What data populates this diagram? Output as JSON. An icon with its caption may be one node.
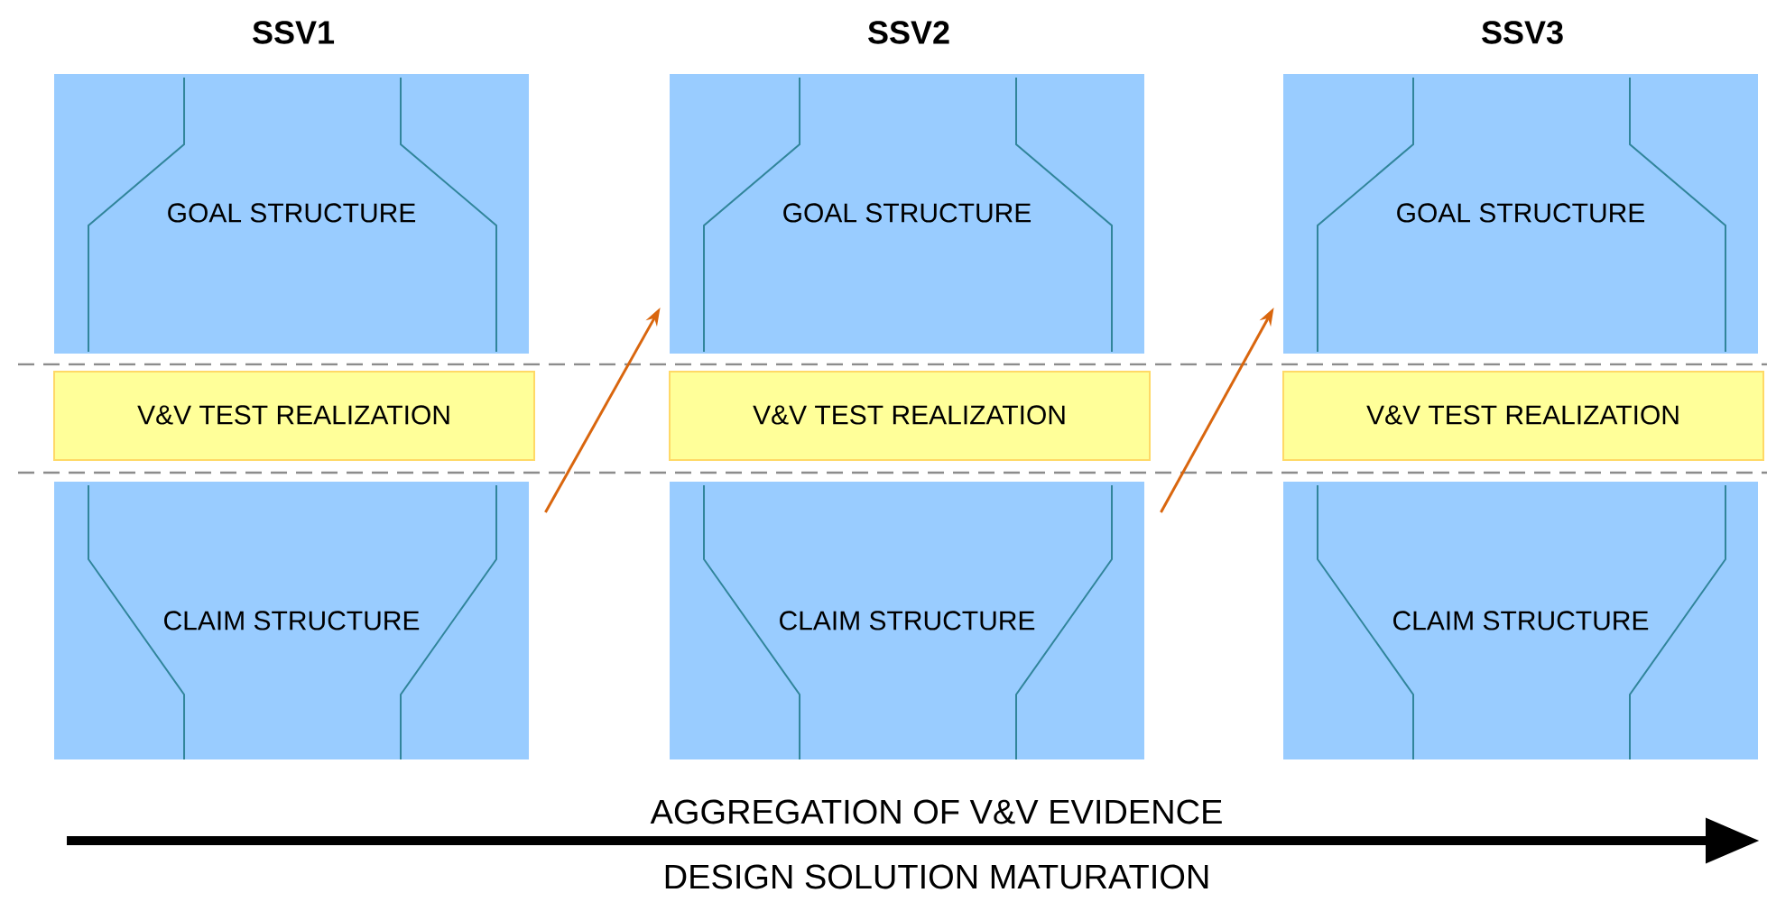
{
  "diagram": {
    "nodes": [
      {
        "text": [
          "GOAL STRUCTURE"
        ]
      },
      {
        "text": [
          "V&V TEST REALIZATION"
        ]
      },
      {
        "text": [
          "CLAIM STRUCTURE"
        ]
      },
      {
        "text": [
          "GOAL STRUCTURE"
        ]
      },
      {
        "text": [
          "V&V TEST REALIZATION"
        ]
      },
      {
        "text": [
          "CLAIM STRUCTURE"
        ]
      },
      {
        "text": [
          "GOAL STRUCTURE"
        ]
      },
      {
        "text": [
          "V&V TEST REALIZATION"
        ]
      },
      {
        "text": [
          "CLAIM STRUCTURE"
        ]
      }
    ],
    "edges": [
      {
        "from": 2,
        "to": 3,
        "arrow": "to"
      },
      {
        "from": 5,
        "to": 6,
        "arrow": "to"
      }
    ],
    "labels": [
      "SSV1",
      "SSV2",
      "SSV3",
      "AGGREGATION OF V&V EVIDENCE",
      "DESIGN SOLUTION  MATURATION"
    ]
  }
}
